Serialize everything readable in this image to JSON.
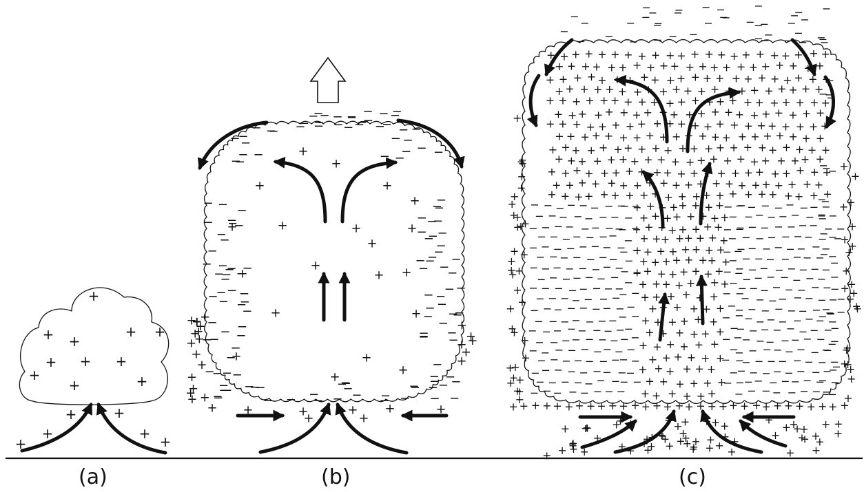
{
  "panels": [
    {
      "id": "a",
      "label": "(a)"
    },
    {
      "id": "b",
      "label": "(b)"
    },
    {
      "id": "c",
      "label": "(c)"
    }
  ],
  "symbols": {
    "positive": "+",
    "negative": "−"
  },
  "colors": {
    "ink": "#111111",
    "background": "#ffffff"
  }
}
